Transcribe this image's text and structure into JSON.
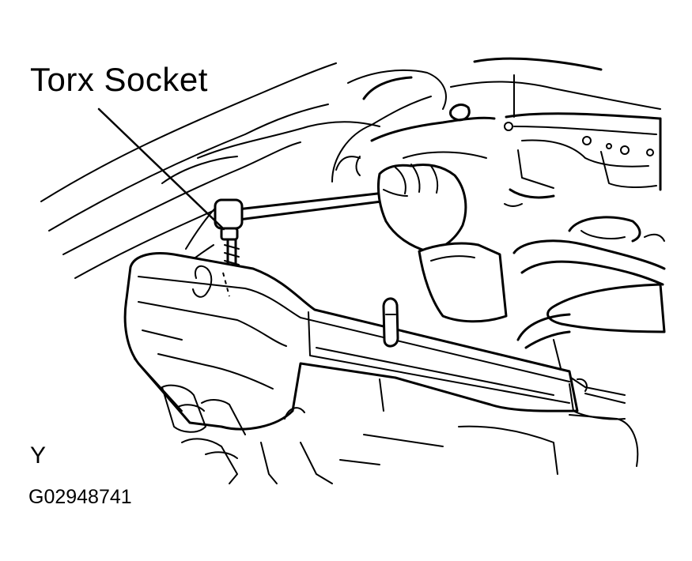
{
  "figure": {
    "callout_label": "Torx Socket",
    "view_label": "Y",
    "figure_id": "G02948741"
  }
}
